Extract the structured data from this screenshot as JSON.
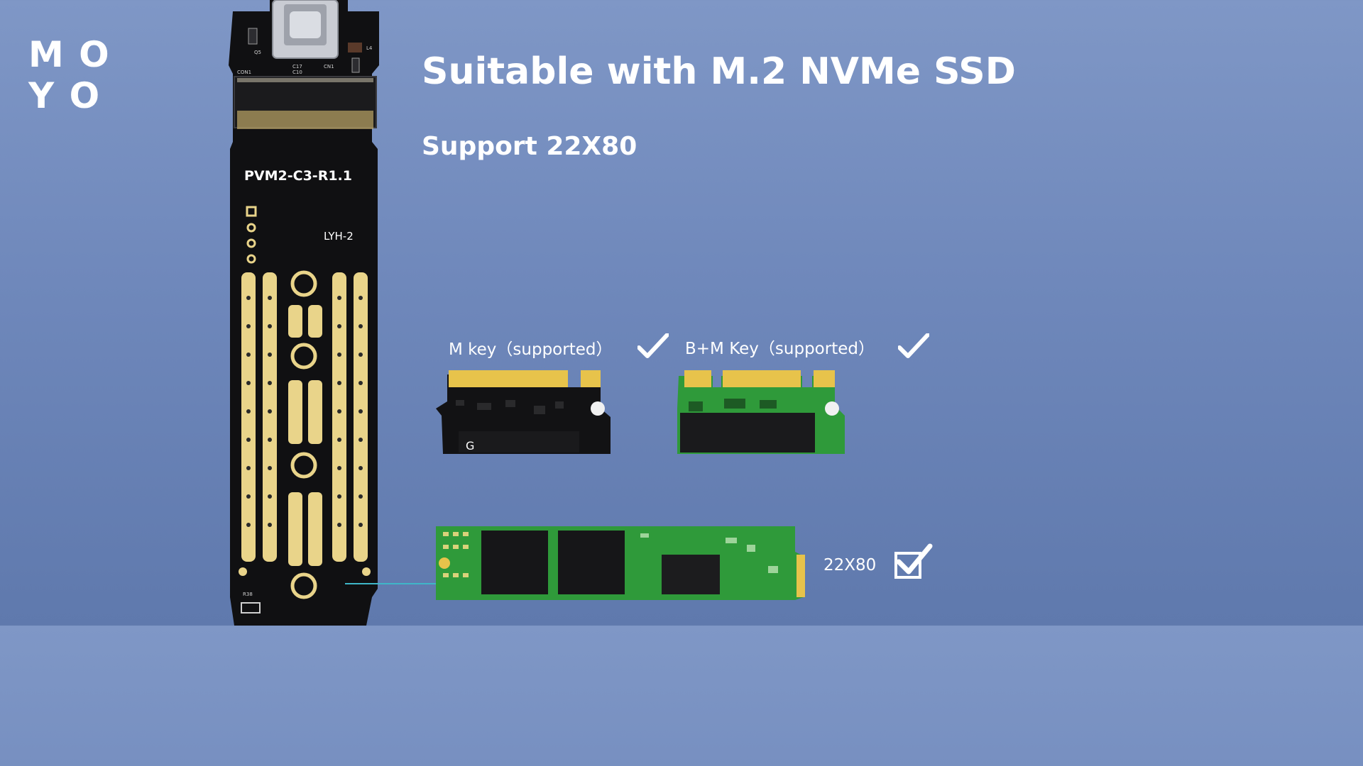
{
  "logo": {
    "row1": "M O",
    "row2": "Y O"
  },
  "headline": "Suitable with M.2 NVMe SSD",
  "subheadline": "Support 22X80",
  "board": {
    "model": "PVM2-C3-R1.1",
    "chip_label": "LYH-2",
    "silkscreen": [
      "CON1",
      "Q5",
      "C17",
      "C10",
      "CN1",
      "R38",
      "L4"
    ]
  },
  "key_types": [
    {
      "label": "M key（supported）"
    },
    {
      "label": "B+M Key（supported）"
    }
  ],
  "ssd_size": {
    "label": "22X80"
  },
  "colors": {
    "background": "#7088bb",
    "pcb": "#0f0f10",
    "gold": "#e9d48a",
    "green_pcb": "#2f9a3a",
    "text": "#ffffff"
  }
}
